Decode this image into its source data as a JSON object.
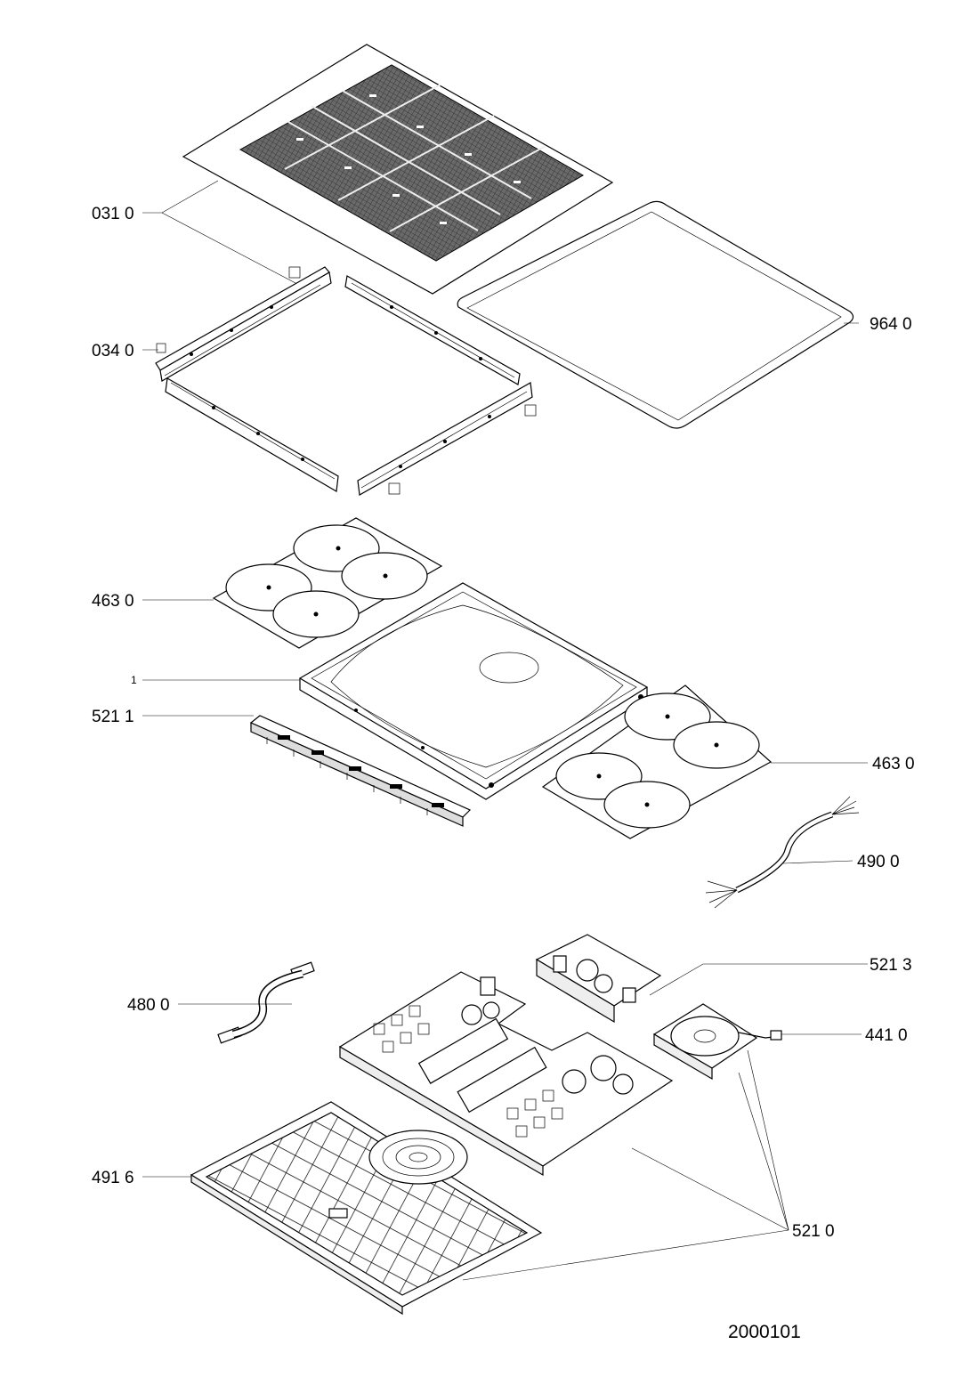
{
  "diagram": {
    "callouts": [
      {
        "id": "031",
        "text": "031 0"
      },
      {
        "id": "964",
        "text": "964 0"
      },
      {
        "id": "034",
        "text": "034 0"
      },
      {
        "id": "463a",
        "text": "463 0"
      },
      {
        "id": "one",
        "text": "1"
      },
      {
        "id": "521_1",
        "text": "521 1"
      },
      {
        "id": "463b",
        "text": "463 0"
      },
      {
        "id": "490",
        "text": "490 0"
      },
      {
        "id": "521_3",
        "text": "521 3"
      },
      {
        "id": "480",
        "text": "480 0"
      },
      {
        "id": "441",
        "text": "441 0"
      },
      {
        "id": "491",
        "text": "491 6"
      },
      {
        "id": "521_0",
        "text": "521 0"
      }
    ],
    "document_number": "2000101"
  }
}
